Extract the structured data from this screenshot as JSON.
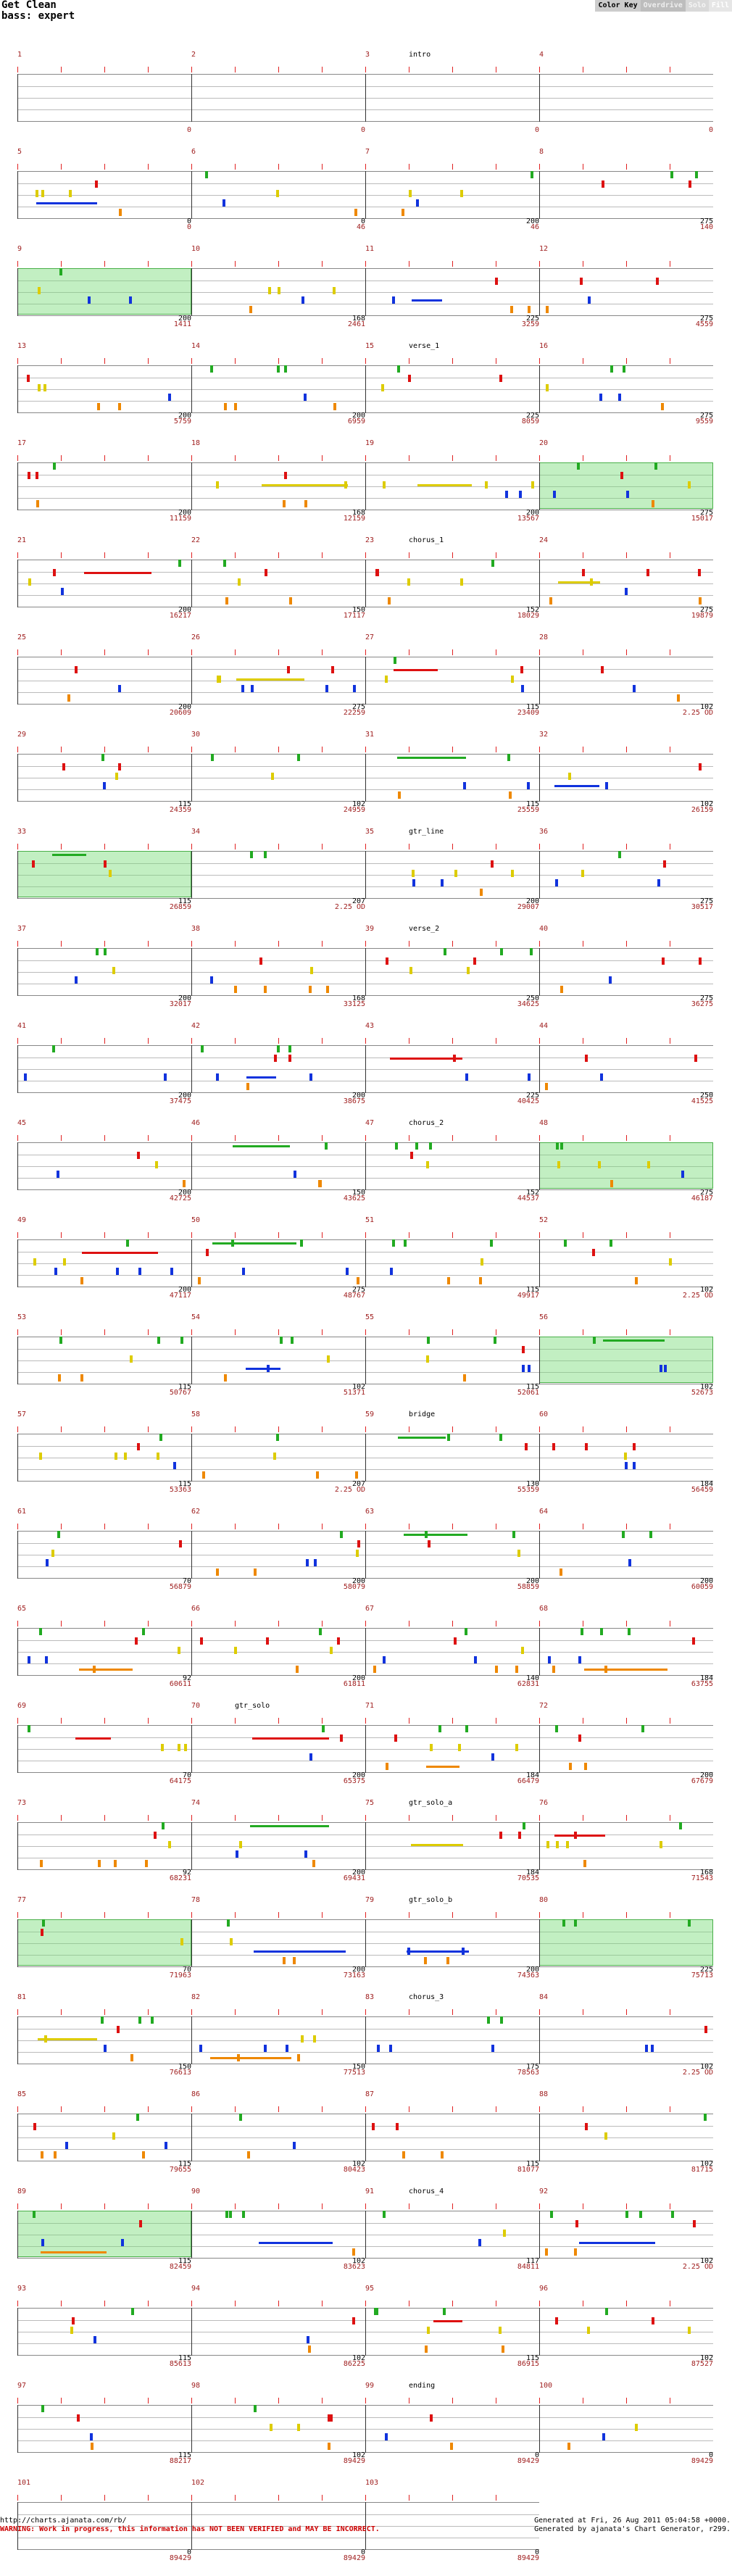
{
  "header": {
    "title": "Get Clean",
    "subtitle": "bass: expert",
    "color_key": [
      "Color Key",
      "Overdrive",
      "Solo",
      "Fill"
    ]
  },
  "rows": [
    {
      "measures": [
        {
          "num": "1",
          "section": "",
          "score": "0",
          "sub": ""
        },
        {
          "num": "2",
          "section": "",
          "score": "0",
          "sub": ""
        },
        {
          "num": "3",
          "section": "intro",
          "score": "0",
          "sub": ""
        },
        {
          "num": "4",
          "section": "",
          "score": "0",
          "sub": ""
        }
      ]
    },
    {
      "measures": [
        {
          "num": "5",
          "section": "",
          "score": "0",
          "sub": "0"
        },
        {
          "num": "6",
          "section": "",
          "score": "46",
          "sub": "0"
        },
        {
          "num": "7",
          "section": "",
          "score": "46",
          "sub": "200"
        },
        {
          "num": "8",
          "section": "",
          "score": "140",
          "sub": "275"
        }
      ]
    },
    {
      "measures": [
        {
          "num": "9",
          "section": "",
          "score": "1411",
          "sub": "200"
        },
        {
          "num": "10",
          "section": "",
          "score": "2461",
          "sub": "168"
        },
        {
          "num": "11",
          "section": "",
          "score": "3259",
          "sub": "225"
        },
        {
          "num": "12",
          "section": "",
          "score": "4559",
          "sub": "275"
        }
      ]
    },
    {
      "measures": [
        {
          "num": "13",
          "section": "",
          "score": "5759",
          "sub": "200"
        },
        {
          "num": "14",
          "section": "",
          "score": "6959",
          "sub": "200"
        },
        {
          "num": "15",
          "section": "verse_1",
          "score": "8059",
          "sub": "225"
        },
        {
          "num": "16",
          "section": "",
          "score": "9559",
          "sub": "275"
        }
      ]
    },
    {
      "measures": [
        {
          "num": "17",
          "section": "",
          "score": "11159",
          "sub": "200"
        },
        {
          "num": "18",
          "section": "",
          "score": "12159",
          "sub": "168"
        },
        {
          "num": "19",
          "section": "",
          "score": "13567",
          "sub": "200"
        },
        {
          "num": "20",
          "section": "",
          "score": "15017",
          "sub": "275"
        }
      ]
    },
    {
      "measures": [
        {
          "num": "21",
          "section": "",
          "score": "16217",
          "sub": "200"
        },
        {
          "num": "22",
          "section": "",
          "score": "17117",
          "sub": "150"
        },
        {
          "num": "23",
          "section": "chorus_1",
          "score": "18029",
          "sub": "152"
        },
        {
          "num": "24",
          "section": "",
          "score": "19879",
          "sub": "275"
        }
      ]
    },
    {
      "measures": [
        {
          "num": "25",
          "section": "",
          "score": "20609",
          "sub": "200"
        },
        {
          "num": "26",
          "section": "",
          "score": "22259",
          "sub": "275"
        },
        {
          "num": "27",
          "section": "",
          "score": "23409",
          "sub": "115"
        },
        {
          "num": "28",
          "section": "",
          "score": "2.25 OD",
          "sub": "102"
        }
      ]
    },
    {
      "measures": [
        {
          "num": "29",
          "section": "",
          "score": "24359",
          "sub": "115"
        },
        {
          "num": "30",
          "section": "",
          "score": "24959",
          "sub": "102"
        },
        {
          "num": "31",
          "section": "",
          "score": "25559",
          "sub": "115"
        },
        {
          "num": "32",
          "section": "",
          "score": "26159",
          "sub": "102"
        }
      ]
    },
    {
      "measures": [
        {
          "num": "33",
          "section": "",
          "score": "26859",
          "sub": "115"
        },
        {
          "num": "34",
          "section": "",
          "score": "2.25 OD",
          "sub": "207"
        },
        {
          "num": "35",
          "section": "gtr_line",
          "score": "29007",
          "sub": "200"
        },
        {
          "num": "36",
          "section": "",
          "score": "30517",
          "sub": "275"
        }
      ]
    },
    {
      "measures": [
        {
          "num": "37",
          "section": "",
          "score": "32017",
          "sub": "200"
        },
        {
          "num": "38",
          "section": "",
          "score": "33125",
          "sub": "168"
        },
        {
          "num": "39",
          "section": "verse_2",
          "score": "34625",
          "sub": "250"
        },
        {
          "num": "40",
          "section": "",
          "score": "36275",
          "sub": "275"
        }
      ]
    },
    {
      "measures": [
        {
          "num": "41",
          "section": "",
          "score": "37475",
          "sub": "200"
        },
        {
          "num": "42",
          "section": "",
          "score": "38675",
          "sub": "200"
        },
        {
          "num": "43",
          "section": "",
          "score": "40425",
          "sub": "225"
        },
        {
          "num": "44",
          "section": "",
          "score": "41525",
          "sub": "250"
        }
      ]
    },
    {
      "measures": [
        {
          "num": "45",
          "section": "",
          "score": "42725",
          "sub": "200"
        },
        {
          "num": "46",
          "section": "",
          "score": "43625",
          "sub": "150"
        },
        {
          "num": "47",
          "section": "chorus_2",
          "score": "44537",
          "sub": "152"
        },
        {
          "num": "48",
          "section": "",
          "score": "46187",
          "sub": "275"
        }
      ]
    },
    {
      "measures": [
        {
          "num": "49",
          "section": "",
          "score": "47117",
          "sub": "200"
        },
        {
          "num": "50",
          "section": "",
          "score": "48767",
          "sub": "275"
        },
        {
          "num": "51",
          "section": "",
          "score": "49917",
          "sub": "115"
        },
        {
          "num": "52",
          "section": "",
          "score": "2.25 OD",
          "sub": "102"
        }
      ]
    },
    {
      "measures": [
        {
          "num": "53",
          "section": "",
          "score": "50767",
          "sub": "115"
        },
        {
          "num": "54",
          "section": "",
          "score": "51371",
          "sub": "102"
        },
        {
          "num": "55",
          "section": "",
          "score": "52061",
          "sub": "115"
        },
        {
          "num": "56",
          "section": "",
          "score": "52673",
          "sub": "102"
        }
      ]
    },
    {
      "measures": [
        {
          "num": "57",
          "section": "",
          "score": "53363",
          "sub": "115"
        },
        {
          "num": "58",
          "section": "",
          "score": "2.25 OD",
          "sub": "207"
        },
        {
          "num": "59",
          "section": "bridge",
          "score": "55359",
          "sub": "130"
        },
        {
          "num": "60",
          "section": "",
          "score": "56459",
          "sub": "184"
        }
      ]
    },
    {
      "measures": [
        {
          "num": "61",
          "section": "",
          "score": "56879",
          "sub": "70"
        },
        {
          "num": "62",
          "section": "",
          "score": "58079",
          "sub": "200"
        },
        {
          "num": "63",
          "section": "",
          "score": "58859",
          "sub": "200"
        },
        {
          "num": "64",
          "section": "",
          "score": "60059",
          "sub": "200"
        }
      ]
    },
    {
      "measures": [
        {
          "num": "65",
          "section": "",
          "score": "60611",
          "sub": "92"
        },
        {
          "num": "66",
          "section": "",
          "score": "61811",
          "sub": "200"
        },
        {
          "num": "67",
          "section": "",
          "score": "62831",
          "sub": "140"
        },
        {
          "num": "68",
          "section": "",
          "score": "63755",
          "sub": "184"
        }
      ]
    },
    {
      "measures": [
        {
          "num": "69",
          "section": "",
          "score": "64175",
          "sub": "70"
        },
        {
          "num": "70",
          "section": "gtr_solo",
          "score": "65375",
          "sub": "200"
        },
        {
          "num": "71",
          "section": "",
          "score": "66479",
          "sub": "184"
        },
        {
          "num": "72",
          "section": "",
          "score": "67679",
          "sub": "200"
        }
      ]
    },
    {
      "measures": [
        {
          "num": "73",
          "section": "",
          "score": "68231",
          "sub": "92"
        },
        {
          "num": "74",
          "section": "",
          "score": "69431",
          "sub": "200"
        },
        {
          "num": "75",
          "section": "gtr_solo_a",
          "score": "70535",
          "sub": "184"
        },
        {
          "num": "76",
          "section": "",
          "score": "71543",
          "sub": "168"
        }
      ]
    },
    {
      "measures": [
        {
          "num": "77",
          "section": "",
          "score": "71963",
          "sub": "70"
        },
        {
          "num": "78",
          "section": "",
          "score": "73163",
          "sub": "200"
        },
        {
          "num": "79",
          "section": "gtr_solo_b",
          "score": "74363",
          "sub": "200"
        },
        {
          "num": "80",
          "section": "",
          "score": "75713",
          "sub": "225"
        }
      ]
    },
    {
      "measures": [
        {
          "num": "81",
          "section": "",
          "score": "76613",
          "sub": "150"
        },
        {
          "num": "82",
          "section": "",
          "score": "77513",
          "sub": "150"
        },
        {
          "num": "83",
          "section": "chorus_3",
          "score": "78563",
          "sub": "175"
        },
        {
          "num": "84",
          "section": "",
          "score": "2.25 OD",
          "sub": "102"
        }
      ]
    },
    {
      "measures": [
        {
          "num": "85",
          "section": "",
          "score": "79655",
          "sub": "115"
        },
        {
          "num": "86",
          "section": "",
          "score": "80423",
          "sub": "102"
        },
        {
          "num": "87",
          "section": "",
          "score": "81077",
          "sub": "115"
        },
        {
          "num": "88",
          "section": "",
          "score": "81715",
          "sub": "102"
        }
      ]
    },
    {
      "measures": [
        {
          "num": "89",
          "section": "",
          "score": "82459",
          "sub": "115"
        },
        {
          "num": "90",
          "section": "",
          "score": "83623",
          "sub": "102"
        },
        {
          "num": "91",
          "section": "chorus_4",
          "score": "84811",
          "sub": "117"
        },
        {
          "num": "92",
          "section": "",
          "score": "2.25 OD",
          "sub": "102"
        }
      ]
    },
    {
      "measures": [
        {
          "num": "93",
          "section": "",
          "score": "85613",
          "sub": "115"
        },
        {
          "num": "94",
          "section": "",
          "score": "86225",
          "sub": "102"
        },
        {
          "num": "95",
          "section": "",
          "score": "86915",
          "sub": "115"
        },
        {
          "num": "96",
          "section": "",
          "score": "87527",
          "sub": "102"
        }
      ]
    },
    {
      "measures": [
        {
          "num": "97",
          "section": "",
          "score": "88217",
          "sub": "115"
        },
        {
          "num": "98",
          "section": "",
          "score": "89429",
          "sub": "102"
        },
        {
          "num": "99",
          "section": "ending",
          "score": "89429",
          "sub": "0"
        },
        {
          "num": "100",
          "section": "",
          "score": "89429",
          "sub": "0"
        }
      ]
    },
    {
      "measures": [
        {
          "num": "101",
          "section": "",
          "score": "89429",
          "sub": "0"
        },
        {
          "num": "102",
          "section": "",
          "score": "89429",
          "sub": "0"
        },
        {
          "num": "103",
          "section": "",
          "score": "89429",
          "sub": "0"
        }
      ]
    }
  ],
  "footer": {
    "url": "http://charts.ajanata.com/rb/",
    "warning": "WARNING: Work in progress, this information has NOT BEEN VERIFIED and MAY BE INCORRECT.",
    "generated": "Generated at Fri, 26 Aug 2011 05:04:58 +0000.",
    "generator": "Generated by ajanata's Chart Generator, r299."
  }
}
